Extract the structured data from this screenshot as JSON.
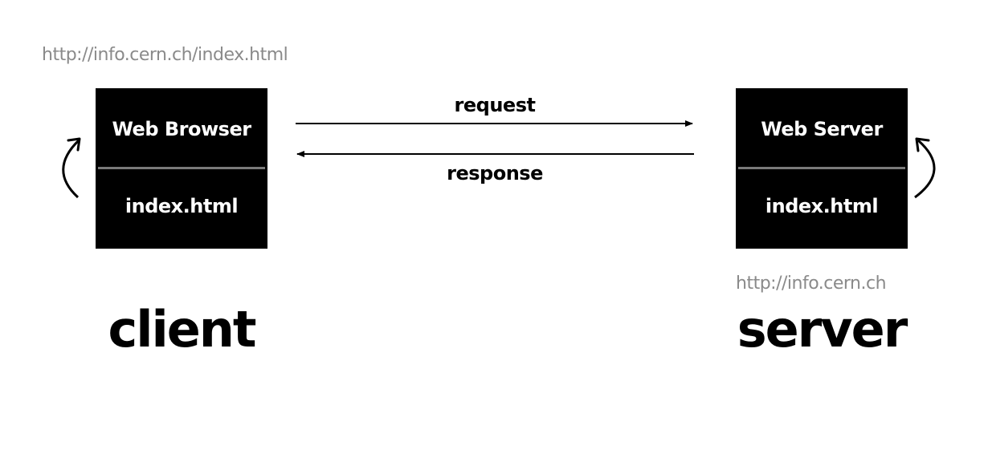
{
  "client": {
    "url": "http://info.cern.ch/index.html",
    "box_top": "Web Browser",
    "box_bottom": "index.html",
    "role": "client"
  },
  "server": {
    "url": "http://info.cern.ch",
    "box_top": "Web Server",
    "box_bottom": "index.html",
    "role": "server"
  },
  "arrows": {
    "request": "request",
    "response": "response"
  },
  "colors": {
    "box": "#000000",
    "box_text": "#ffffff",
    "url_text": "#8a8a8a",
    "divider": "#7a7a7a"
  }
}
